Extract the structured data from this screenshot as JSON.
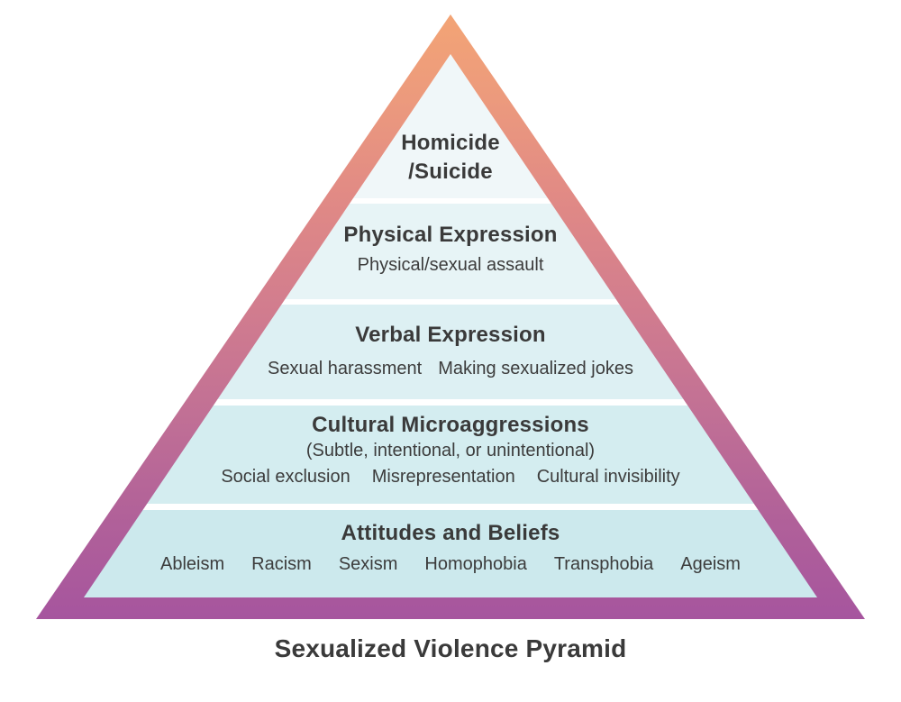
{
  "title": "Sexualized Violence Pyramid",
  "colors": {
    "border_gradient_top": "#f3a475",
    "border_gradient_salmon": "#e18a85",
    "border_gradient_rose": "#d27d8e",
    "border_gradient_mauve": "#b16199",
    "border_gradient_bottom": "#a6559e",
    "band_level_1": "#f0f7f9",
    "band_level_2": "#e7f4f6",
    "band_level_3": "#ddf0f3",
    "band_level_4": "#d4edf0",
    "band_level_5": "#cce9ed",
    "separator": "#ffffff",
    "text": "#3a3a3a",
    "background": "#ffffff"
  },
  "pyramid": {
    "levels": [
      {
        "label": "Homicide\n/Suicide",
        "items": []
      },
      {
        "label": "Physical Expression",
        "items": [
          "Physical/sexual assault"
        ]
      },
      {
        "label": "Verbal Expression",
        "items": [
          "Sexual harassment",
          "Making sexualized jokes"
        ]
      },
      {
        "label": "Cultural Microaggressions",
        "subtitle": "(Subtle, intentional, or unintentional)",
        "items": [
          "Social exclusion",
          "Misrepresentation",
          "Cultural invisibility"
        ]
      },
      {
        "label": "Attitudes and Beliefs",
        "items": [
          "Ableism",
          "Racism",
          "Sexism",
          "Homophobia",
          "Transphobia",
          "Ageism"
        ]
      }
    ]
  }
}
